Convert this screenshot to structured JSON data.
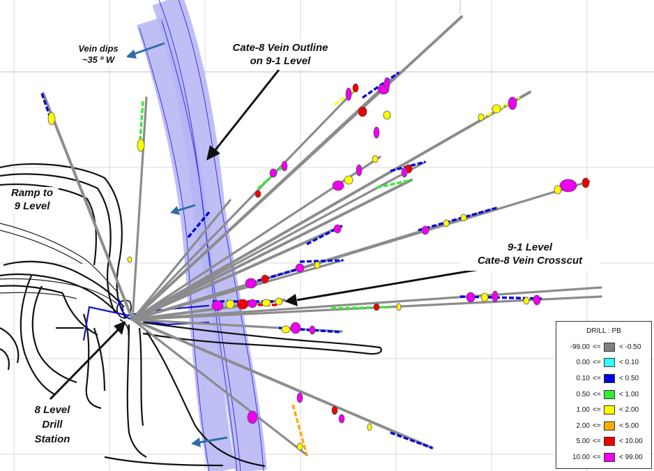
{
  "labels": {
    "vein_dips": [
      "Vein dips",
      "~35 º W"
    ],
    "vein_outline": [
      "Cate-8 Vein Outline",
      "on 9-1 Level"
    ],
    "ramp": [
      "Ramp to",
      "9 Level"
    ],
    "crosscut": [
      "9-1 Level",
      "Cate-8 Vein Crosscut"
    ],
    "drill_station": [
      "8 Level",
      "Drill",
      "Station"
    ]
  },
  "legend": {
    "title": "DRILL : PB",
    "rows": [
      {
        "low": "-99.00",
        "op": "<=",
        "color": "#808080",
        "high": "< -0.50"
      },
      {
        "low": "0.00",
        "op": "<=",
        "color": "#33ffff",
        "high": "< 0.10"
      },
      {
        "low": "0.10",
        "op": "<=",
        "color": "#0000dd",
        "high": "< 0.50"
      },
      {
        "low": "0.50",
        "op": "<=",
        "color": "#33ee33",
        "high": "< 1.00"
      },
      {
        "low": "1.00",
        "op": "<=",
        "color": "#ffff00",
        "high": "< 2.00"
      },
      {
        "low": "2.00",
        "op": "<=",
        "color": "#ffaa00",
        "high": "< 5.00"
      },
      {
        "low": "5.00",
        "op": "<=",
        "color": "#ee0000",
        "high": "< 10.00"
      },
      {
        "low": "10.00",
        "op": "<=",
        "color": "#ee00ee",
        "high": "< 99.00"
      }
    ]
  },
  "colors": {
    "vein_fill": "#b4b4f5",
    "vein_line": "#2828dd",
    "hole": "#8c8c8c",
    "dip_arrow": "#2e6ea6"
  }
}
